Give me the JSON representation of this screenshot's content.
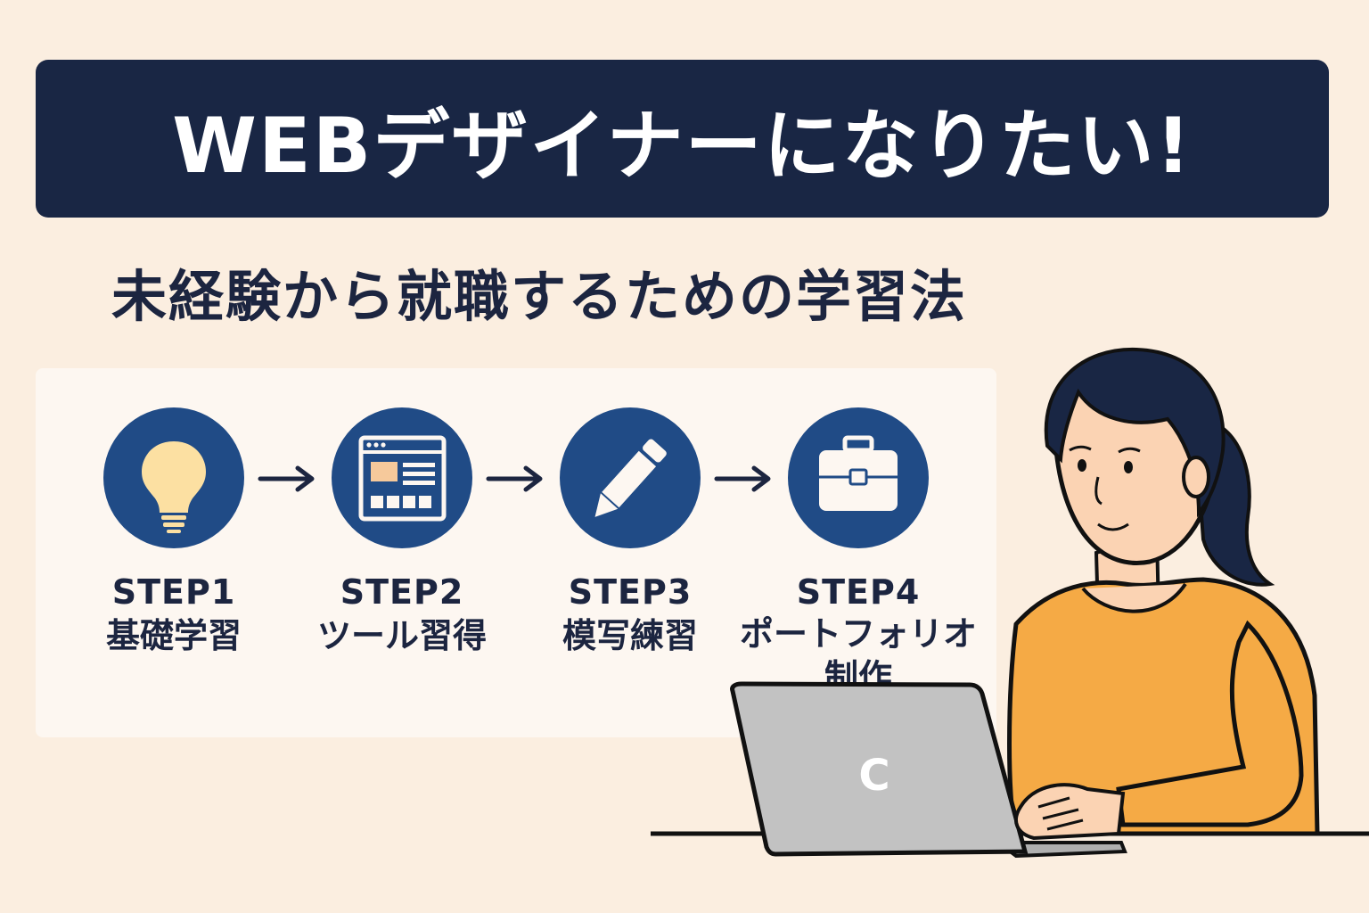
{
  "header": {
    "title": "WEBデザイナーになりたい!"
  },
  "subtitle": "未経験から就職するための学習法",
  "steps": [
    {
      "number": "STEP1",
      "name": "基礎学習",
      "icon": "lightbulb-icon"
    },
    {
      "number": "STEP2",
      "name": "ツール習得",
      "icon": "browser-window-icon"
    },
    {
      "number": "STEP3",
      "name": "模写練習",
      "icon": "pencil-icon"
    },
    {
      "number": "STEP4",
      "name": "ポートフォリオ制作",
      "icon": "briefcase-icon"
    }
  ],
  "laptop": {
    "logo": "C"
  },
  "colors": {
    "background": "#fbeee0",
    "navy": "#192644",
    "step_blue": "#204b86",
    "sweater": "#f5aa45",
    "skin": "#fbd3b3",
    "laptop_gray": "#c2c2c2"
  }
}
